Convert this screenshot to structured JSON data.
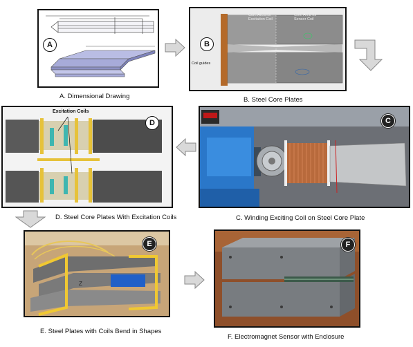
{
  "panels": {
    "A": {
      "badge": "A",
      "caption": "A. Dimensional Drawing"
    },
    "B": {
      "badge": "B",
      "caption": "B. Steel Core Plates",
      "label_excitation": "Core Area for Excitation Coil",
      "label_sensor": "Core Area for Sensor Coil",
      "label_guides": "Coil guides"
    },
    "C": {
      "badge": "C",
      "caption": "C. Winding Exciting Coil on Steel Core Plate"
    },
    "D": {
      "badge": "D",
      "caption": "D. Steel Core Plates With Excitation Coils",
      "label_coils": "Excitation Coils"
    },
    "E": {
      "badge": "E",
      "caption": "E.  Steel Plates with Coils Bend in Shapes"
    },
    "F": {
      "badge": "F",
      "caption": "F. Electromagnet Sensor with Enclosure"
    }
  }
}
